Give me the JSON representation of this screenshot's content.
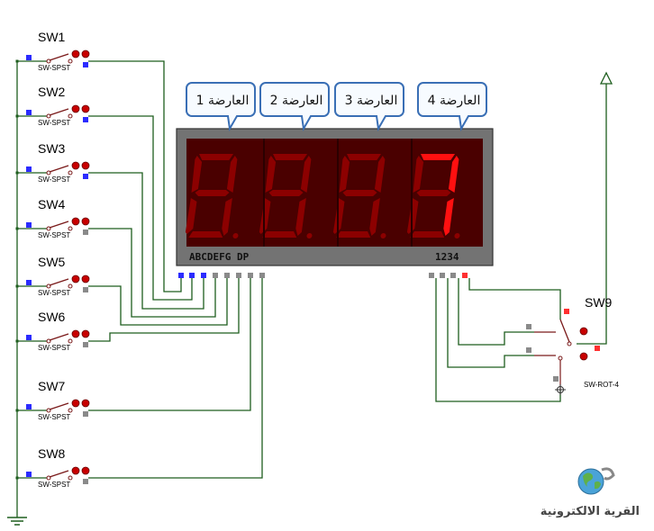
{
  "switches": [
    {
      "name": "SW1",
      "type": "SW-SPST"
    },
    {
      "name": "SW2",
      "type": "SW-SPST"
    },
    {
      "name": "SW3",
      "type": "SW-SPST"
    },
    {
      "name": "SW4",
      "type": "SW-SPST"
    },
    {
      "name": "SW5",
      "type": "SW-SPST"
    },
    {
      "name": "SW6",
      "type": "SW-SPST"
    },
    {
      "name": "SW7",
      "type": "SW-SPST"
    },
    {
      "name": "SW8",
      "type": "SW-SPST"
    }
  ],
  "display": {
    "segment_pins_label": "ABCDEFG DP",
    "digit_pins_label": "1234",
    "digits": [
      "8",
      "8",
      "8",
      "7"
    ],
    "active_digit_color": "#ff1010",
    "inactive_segment_color": "#8c0000",
    "body_color": "#707070",
    "face_color": "#5a0000"
  },
  "callouts": [
    "العارضة 1",
    "العارضة 2",
    "العارضة 3",
    "العارضة 4"
  ],
  "rotary_switch": {
    "name": "SW9",
    "type": "SW-ROT-4"
  },
  "logo": {
    "text": "القرية الالكترونية"
  },
  "colors": {
    "wire": "#1e5e1e",
    "pin_low": "#2b2bff",
    "pin_high": "#ff3030",
    "pin_off": "#8a8a8a",
    "terminal": "#c80000"
  }
}
